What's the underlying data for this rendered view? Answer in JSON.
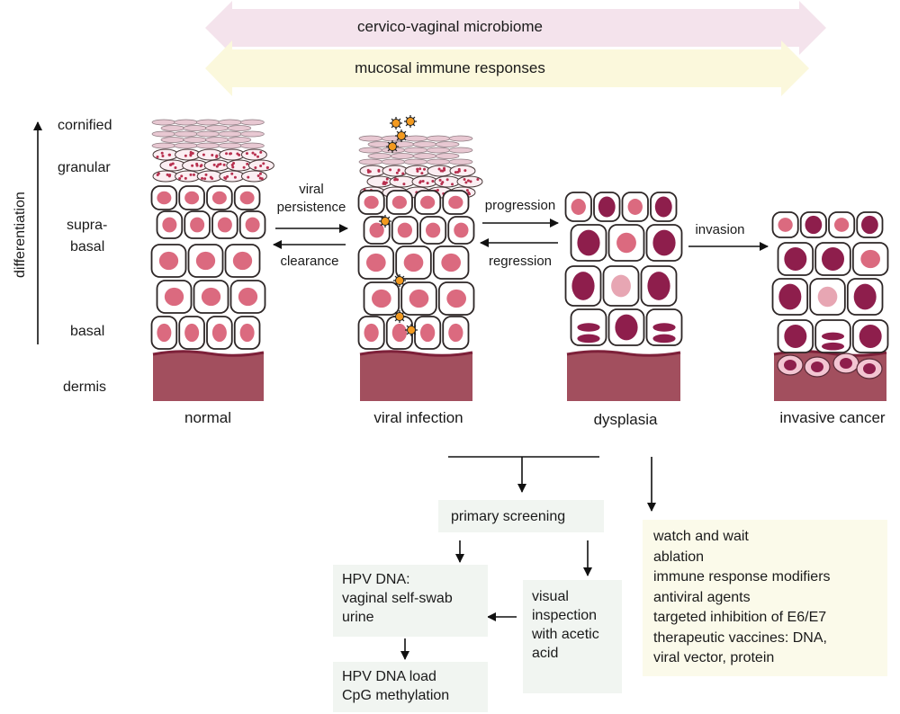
{
  "banners": {
    "microbiome": "cervico-vaginal microbiome",
    "immune": "mucosal immune responses"
  },
  "axis": {
    "label": "differentiation"
  },
  "layers": {
    "cornified": "cornified",
    "granular": "granular",
    "suprabasal_line1": "supra-",
    "suprabasal_line2": "basal",
    "basal": "basal",
    "dermis": "dermis"
  },
  "stages": {
    "normal": "normal",
    "viral_infection": "viral infection",
    "dysplasia": "dysplasia",
    "invasive_cancer": "invasive cancer"
  },
  "transitions": {
    "viral_line1": "viral",
    "persistence": "persistence",
    "clearance": "clearance",
    "progression": "progression",
    "regression": "regression",
    "invasion": "invasion"
  },
  "screening": {
    "primary": "primary screening",
    "hpv_dna_line1": "HPV DNA:",
    "hpv_dna_line2": "vaginal self-swab",
    "hpv_dna_line3": "urine",
    "visual_line1": "visual",
    "visual_line2": "inspection",
    "visual_line3": "with acetic",
    "visual_line4": "acid",
    "load_line1": "HPV DNA load",
    "load_line2": "CpG methylation"
  },
  "treatment": [
    "watch and wait",
    "ablation",
    "immune response modifiers",
    "antiviral agents",
    "targeted inhibition of E6/E7",
    "therapeutic vaccines: DNA,",
    "viral vector, protein"
  ],
  "colors": {
    "banner_pink": "#f4e3ec",
    "banner_yellow": "#fbf8dc",
    "box_green": "#f1f5f1",
    "box_yellow": "#fbfaea",
    "dermis": "#a24f5e",
    "nucleus_pink": "#db6a7f",
    "nucleus_dark": "#8e1e4c",
    "virus": "#f39a1f"
  }
}
